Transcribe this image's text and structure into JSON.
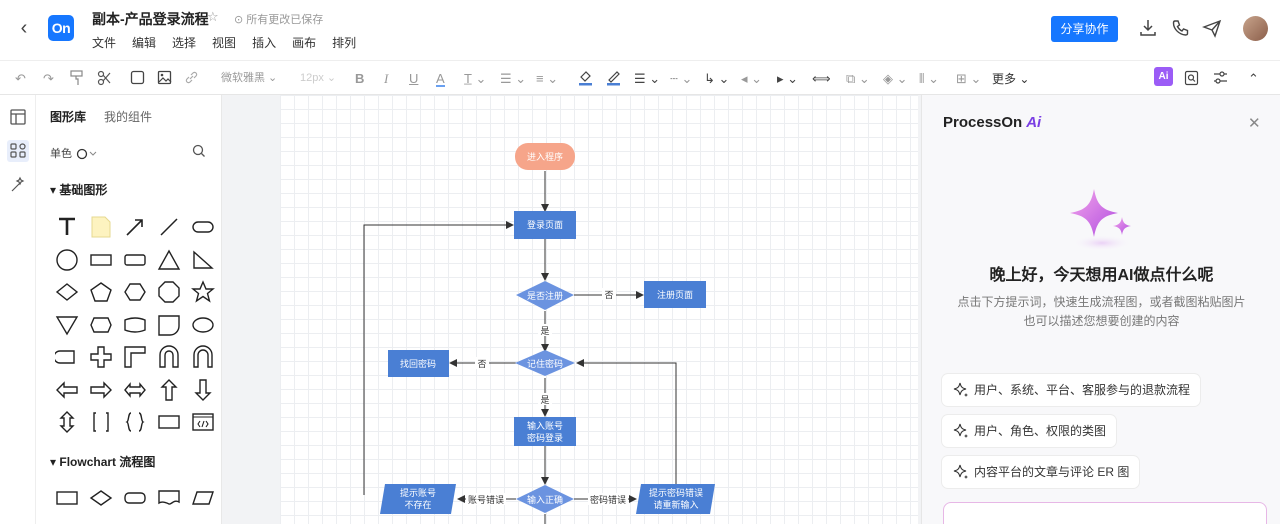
{
  "header": {
    "logo_text": "On",
    "doc_title": "副本-产品登录流程",
    "saved_status": "所有更改已保存",
    "menu": [
      "文件",
      "编辑",
      "选择",
      "视图",
      "插入",
      "画布",
      "排列"
    ],
    "share_label": "分享协作"
  },
  "toolbar": {
    "font_name": "微软雅黑",
    "font_size": "12px",
    "more_label": "更多",
    "ai_badge": "Ai"
  },
  "library": {
    "tab_active": "图形库",
    "tab_other": "我的组件",
    "color_label": "单色",
    "section_basic": "基础图形",
    "section_flowchart": "Flowchart 流程图"
  },
  "flowchart": {
    "enter": "进入程序",
    "login_page": "登录页面",
    "registered_q": "是否注册",
    "register_page": "注册页面",
    "no1": "否",
    "yes1": "是",
    "remember_q": "记住密码",
    "find_pwd": "找回密码",
    "no2": "否",
    "yes2": "是",
    "input1": "输入账号",
    "input2": "密码登录",
    "correct_q": "输入正确",
    "acct_err": "账号错误",
    "pwd_err": "密码错误",
    "acct_missing1": "提示账号",
    "acct_missing2": "不存在",
    "pwd_wrong1": "提示密码错误",
    "pwd_wrong2": "请重新输入"
  },
  "ai": {
    "brand": "ProcessOn",
    "brand_ai": "Ai",
    "greeting": "晚上好，今天想用AI做点什么呢",
    "sub1": "点击下方提示词，快速生成流程图，或者截图粘贴图片",
    "sub2": "也可以描述您想要创建的内容",
    "suggestions": [
      "用户、系统、平台、客服参与的退款流程",
      "用户、角色、权限的类图",
      "内容平台的文章与评论 ER 图"
    ]
  },
  "colors": {
    "accent": "#1677ff",
    "node_blue": "#4a7fd4",
    "diamond_blue": "#6b93e0",
    "start_orange": "#f6a58a",
    "ai_purple": "#9b5cf6"
  }
}
